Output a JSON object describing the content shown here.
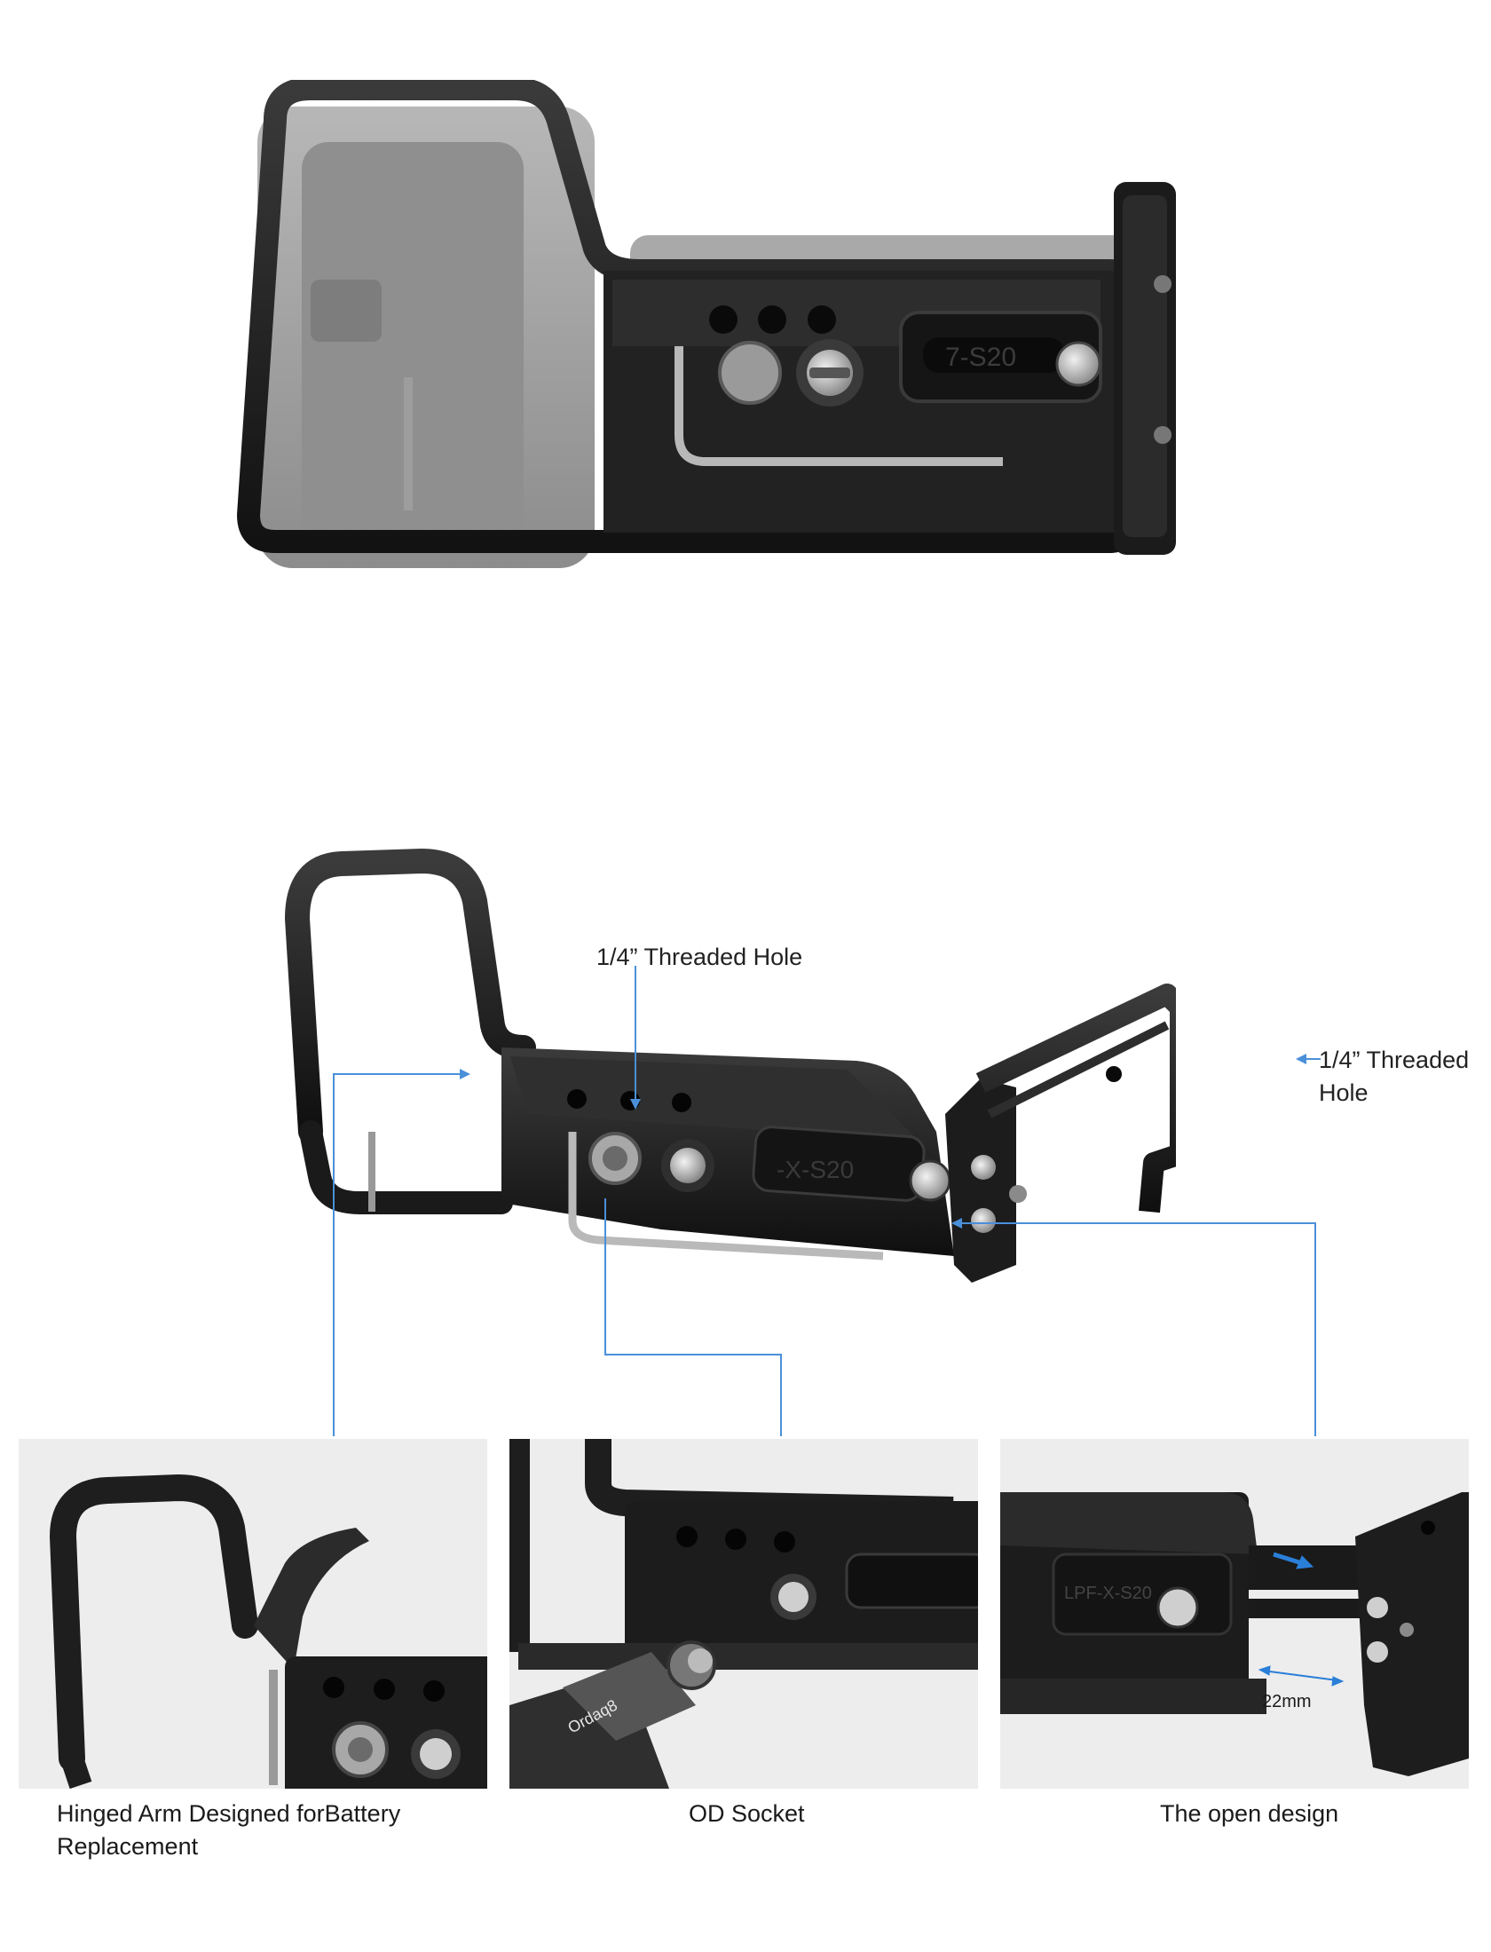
{
  "product": {
    "top_plate_text": "7-S20",
    "front_plate_text": "-X-S20",
    "brand_engraving": "LPF-X-S20"
  },
  "callouts": {
    "threaded_hole_top": "1/4” Threaded Hole",
    "threaded_hole_side": "1/4” Threaded\nHole"
  },
  "panels": [
    {
      "caption": "Hinged Arm Designed forBattery\nReplacement"
    },
    {
      "caption": "OD Socket",
      "strap_text": "Ordaq8"
    },
    {
      "caption": "The open design",
      "plate_text": "LPF-X-S20",
      "dimension": "22mm"
    }
  ],
  "colors": {
    "callout_line": "#4a90d9",
    "arrow": "#2a7fd8",
    "metal_dark": "#1c1c1c",
    "camera_grey": "#9a9a9a",
    "panel_bg": "#ededed"
  }
}
